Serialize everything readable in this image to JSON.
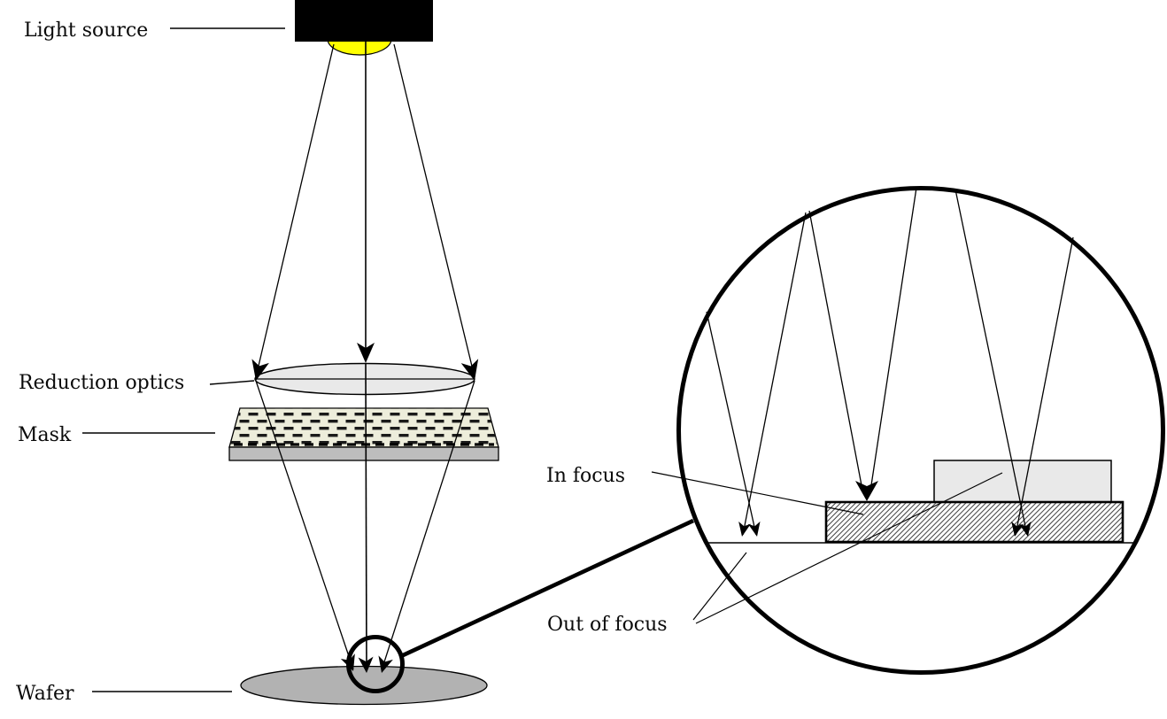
{
  "diagram": {
    "labels": {
      "light_source": "Light source",
      "reduction_optics": "Reduction optics",
      "mask": "Mask",
      "wafer": "Wafer"
    },
    "inset": {
      "in_focus": "In focus",
      "out_of_focus": "Out of focus"
    },
    "colors": {
      "background": "#FFFFFF",
      "ink": "#000000",
      "bulb_yellow": "#FFFF00",
      "lens_gray": "#E9E9E9",
      "mask_cream": "#EDEDDB",
      "mask_dash_dark": "#1A1A1A",
      "mask_side_gray": "#BDBDBD",
      "wafer_gray": "#B2B2B2",
      "raised_feature_gray": "#E9E9E9"
    }
  }
}
